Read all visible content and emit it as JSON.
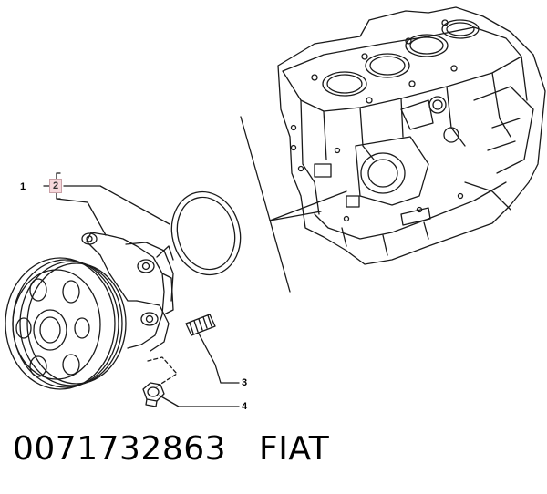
{
  "callouts": {
    "c1": "1",
    "c2": "2",
    "c3": "3",
    "c4": "4"
  },
  "caption": {
    "part_number": "0071732863",
    "brand": "FIAT"
  },
  "colors": {
    "line": "#1a1a1a",
    "highlight_fill": "#f6d8dc",
    "highlight_border": "#c9a0a6"
  }
}
